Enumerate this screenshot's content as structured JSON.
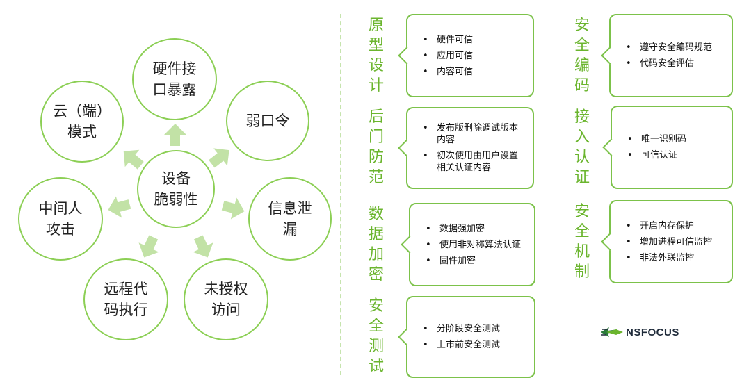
{
  "diagram": {
    "center": {
      "line1": "设备",
      "line2": "脆弱性"
    },
    "nodes": [
      {
        "id": "hardware",
        "line1": "硬件接",
        "line2": "口暴露"
      },
      {
        "id": "weak-password",
        "line1": "弱口令",
        "line2": ""
      },
      {
        "id": "info-leak",
        "line1": "信息泄",
        "line2": "漏"
      },
      {
        "id": "unauthorized",
        "line1": "未授权",
        "line2": "访问"
      },
      {
        "id": "remote-exec",
        "line1": "远程代",
        "line2": "码执行"
      },
      {
        "id": "mitm",
        "line1": "中间人",
        "line2": "攻击"
      },
      {
        "id": "cloud",
        "line1": "云（端）",
        "line2": "模式"
      }
    ]
  },
  "measures_left": [
    {
      "label": [
        "原",
        "型",
        "设",
        "计"
      ],
      "items": [
        "硬件可信",
        "应用可信",
        "内容可信"
      ]
    },
    {
      "label": [
        "后",
        "门",
        "防",
        "范"
      ],
      "items": [
        "发布版删除调试版本内容",
        "初次使用由用户设置相关认证内容"
      ]
    },
    {
      "label": [
        "数",
        "据",
        "加",
        "密"
      ],
      "items": [
        "数据强加密",
        "使用非对称算法认证",
        "固件加密"
      ]
    },
    {
      "label": [
        "安",
        "全",
        "测",
        "试"
      ],
      "items": [
        "分阶段安全测试",
        "上市前安全测试"
      ]
    }
  ],
  "measures_right": [
    {
      "label": [
        "安",
        "全",
        "编",
        "码"
      ],
      "items": [
        "遵守安全编码规范",
        "代码安全评估"
      ]
    },
    {
      "label": [
        "接",
        "入",
        "认",
        "证"
      ],
      "items": [
        "唯一识别码",
        "可信认证"
      ]
    },
    {
      "label": [
        "安",
        "全",
        "机",
        "制"
      ],
      "items": [
        "开启内存保护",
        "增加进程可信监控",
        "非法外联监控"
      ]
    }
  ],
  "logo": {
    "text": "NSFOCUS"
  },
  "colors": {
    "accent": "#7cc24a",
    "label": "#6bb52e",
    "arrow": "#c2e2a6"
  }
}
